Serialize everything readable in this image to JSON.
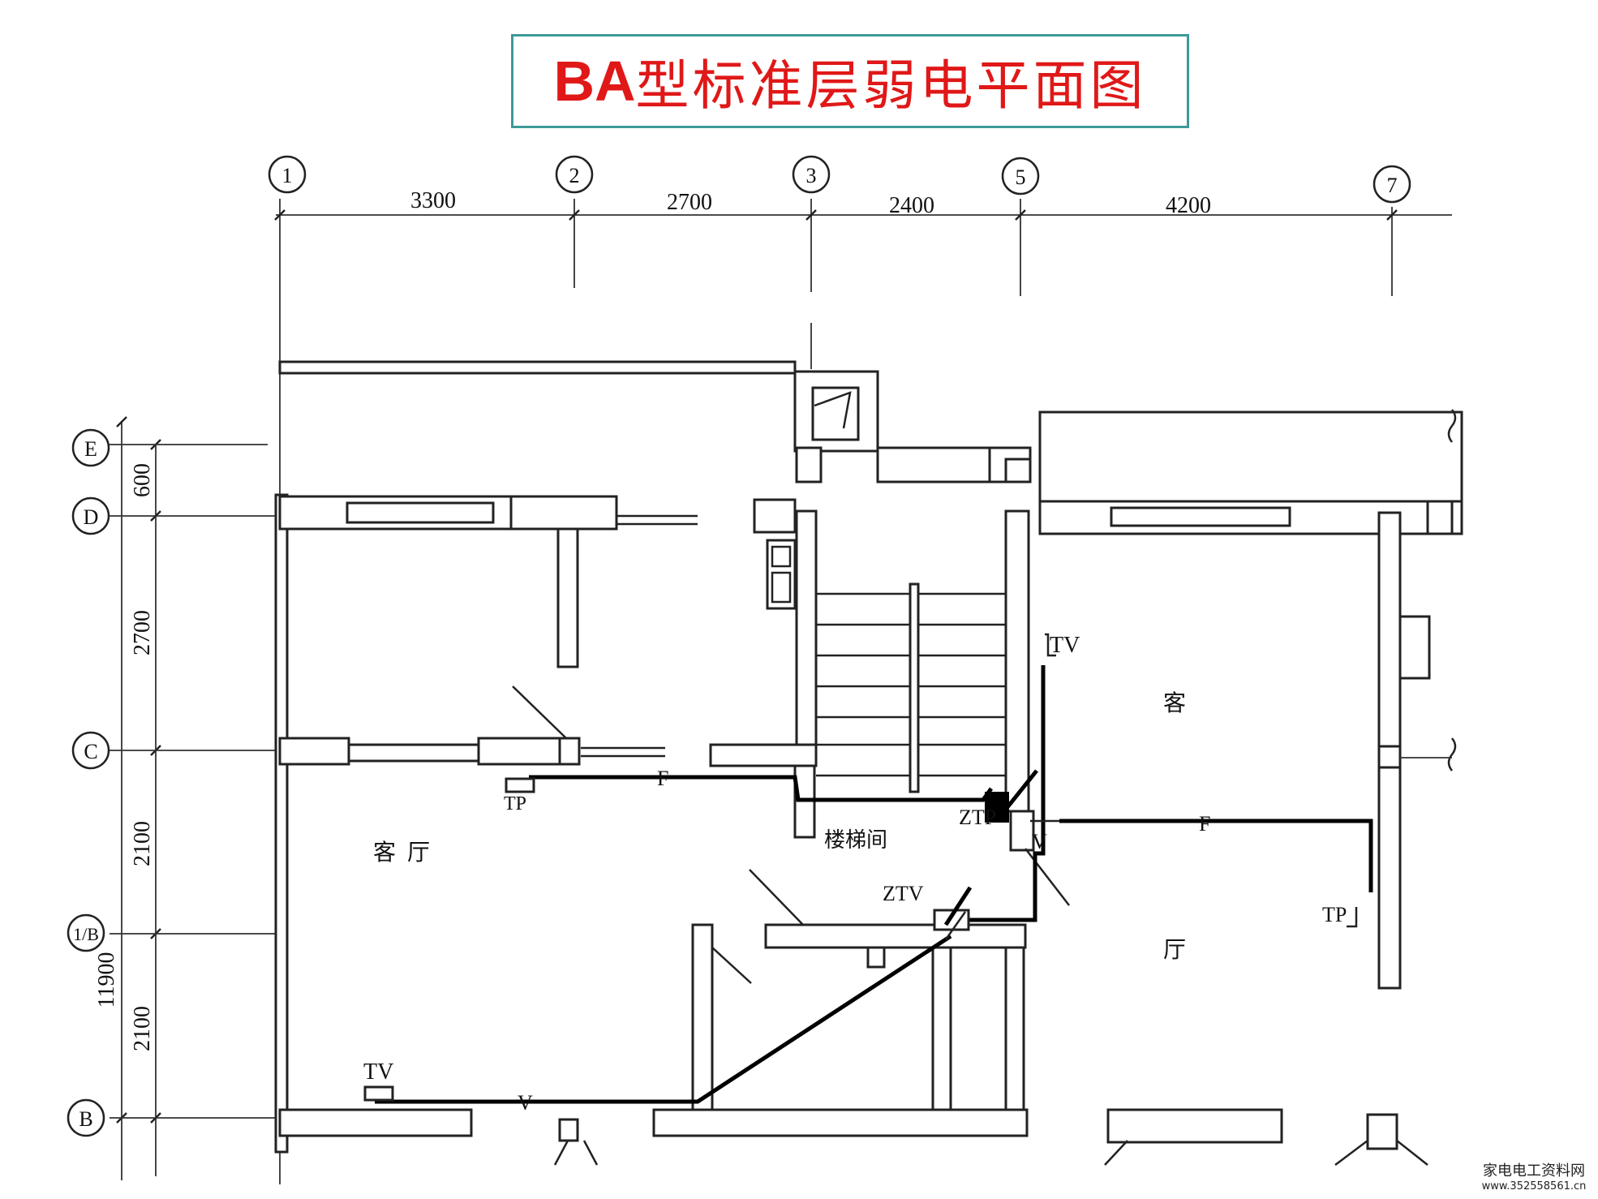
{
  "title": {
    "latin": "BA",
    "rest": "型标准层弱电平面图"
  },
  "axes": {
    "columns": [
      "1",
      "2",
      "3",
      "5",
      "7"
    ],
    "rows": [
      "E",
      "D",
      "C",
      "1/B",
      "B"
    ]
  },
  "dimensions": {
    "horizontal": [
      "3300",
      "2700",
      "2400",
      "4200"
    ],
    "vertical": [
      "600",
      "2700",
      "2100",
      "2100"
    ],
    "total": "11900"
  },
  "rooms": {
    "living_left": "客  厅",
    "stair": "楼梯间",
    "living_right_1": "客",
    "living_right_2": "厅"
  },
  "outlets": {
    "tv_top": "TV",
    "tv_bottom": "TV",
    "tp_left": "TP",
    "tp_right": "TP",
    "ztp": "ZTP",
    "ztv": "ZTV"
  },
  "wire_labels": {
    "f_left": "F",
    "f_right": "F",
    "v_right": "V",
    "v_bottom": "V"
  },
  "watermark": {
    "site": "家电电工资料网",
    "url": "www.352558561.cn"
  }
}
